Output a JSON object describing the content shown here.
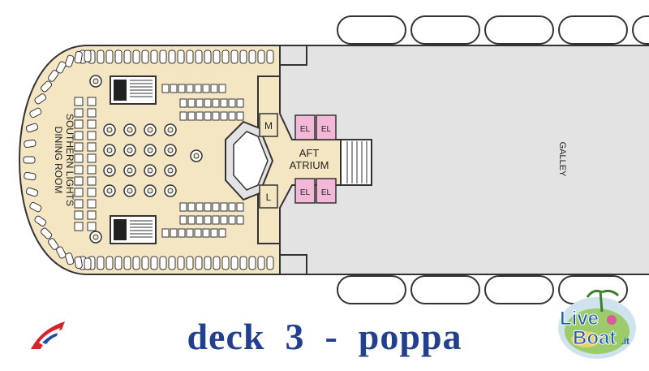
{
  "plan": {
    "dining_room": {
      "line1": "SOUTHERN LIGHTS",
      "line2": "DINING ROOM"
    },
    "atrium": {
      "line1": "AFT",
      "line2": "ATRIUM"
    },
    "galley": "GALLEY",
    "elevators": [
      "EL",
      "EL",
      "EL",
      "EL"
    ],
    "restroom_men": "M",
    "restroom_ladies": "L"
  },
  "footer": {
    "title": "deck  3  -  poppa"
  },
  "watermark": {
    "live": "Live",
    "boat": "Boat",
    "suffix": ".it"
  },
  "colors": {
    "dining_floor": "#f4e6c2",
    "deck_fill": "#e3e3e3",
    "elevator_fill": "#f3b8d8",
    "title_text": "#23408e",
    "outline": "#333333"
  }
}
